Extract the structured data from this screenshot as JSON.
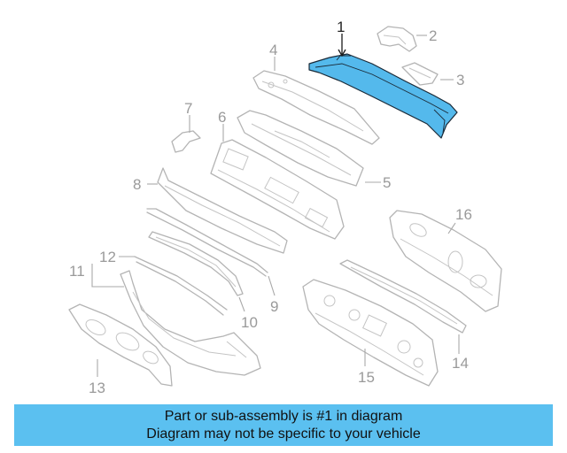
{
  "diagram": {
    "highlighted_part": "1",
    "highlight_color": "#54b9ec",
    "callouts": [
      "1",
      "2",
      "3",
      "4",
      "5",
      "6",
      "7",
      "8",
      "9",
      "10",
      "11",
      "12",
      "13",
      "14",
      "15",
      "16"
    ]
  },
  "banner": {
    "line1": "Part or sub-assembly is #1 in diagram",
    "line2": "Diagram may not be specific to your vehicle",
    "background_color": "#5bc0f0"
  }
}
